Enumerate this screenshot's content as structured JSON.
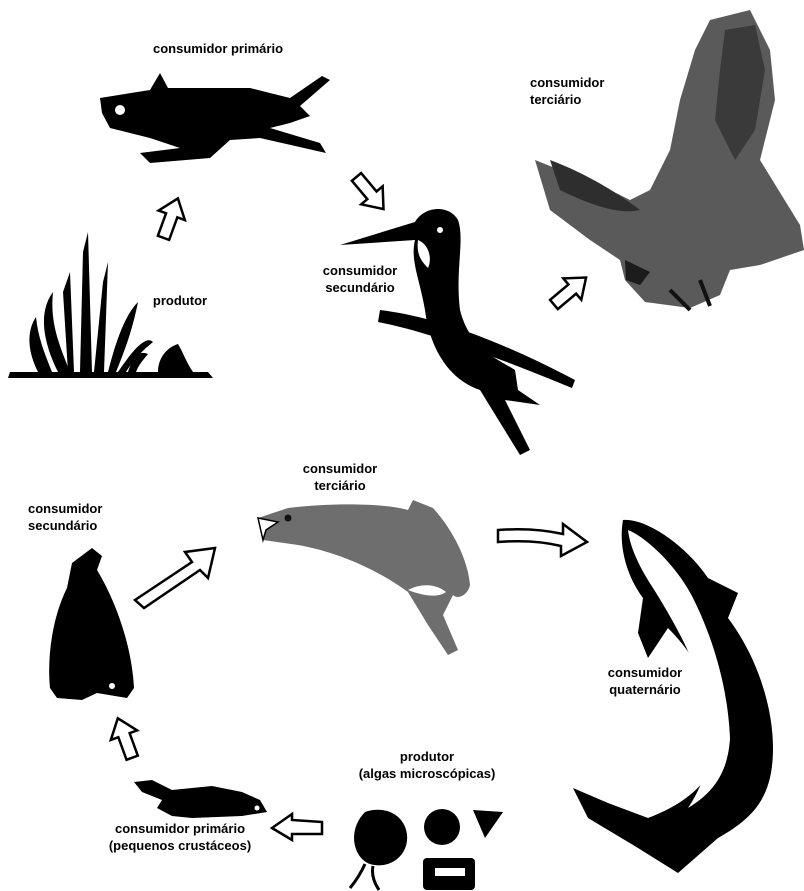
{
  "terrestrial_chain": {
    "primary_consumer": "consumidor primário",
    "producer": "produtor",
    "secondary_consumer": [
      "consumidor",
      "secundário"
    ],
    "tertiary_consumer": [
      "consumidor",
      "terciário"
    ]
  },
  "aquatic_chain": {
    "secondary_consumer": [
      "consumidor",
      "secundário"
    ],
    "tertiary_consumer": [
      "consumidor",
      "terciário"
    ],
    "quaternary_consumer": [
      "consumidor",
      "quaternário"
    ],
    "producer": [
      "produtor",
      "(algas microscópicas)"
    ],
    "primary_consumer": [
      "consumidor primário",
      "(pequenos crustáceos)"
    ]
  },
  "colors": {
    "ink": "#000000",
    "paper": "#ffffff",
    "fish_gray": "#6e6e6e",
    "eagle_gray": "#5a5a5a"
  }
}
